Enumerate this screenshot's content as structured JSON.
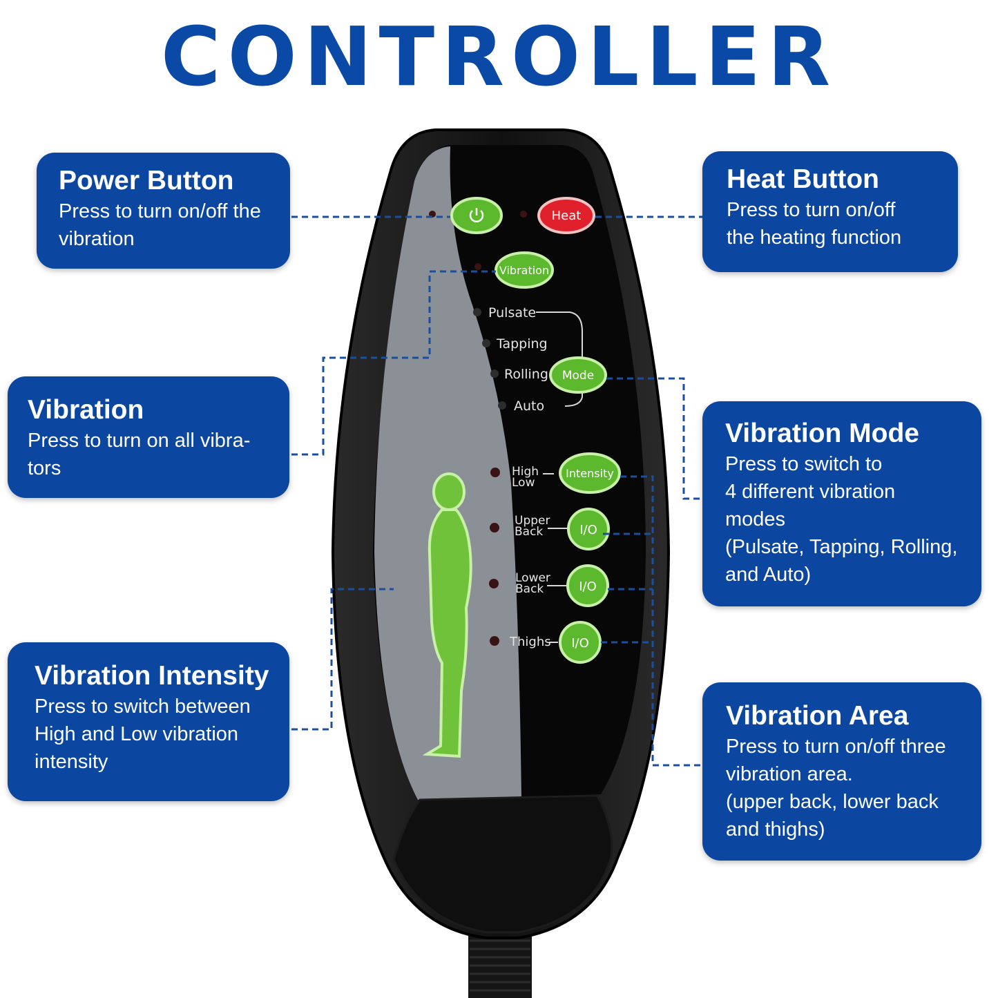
{
  "title": "CONTROLLER",
  "cards": {
    "power": {
      "heading": "Power Button",
      "desc": "Press to turn on/off the\nvibration"
    },
    "heat": {
      "heading": "Heat Button",
      "desc": "Press to turn on/off\nthe heating function"
    },
    "vibration": {
      "heading": "Vibration",
      "desc": "Press to turn on all vibra-\ntors"
    },
    "mode": {
      "heading": "Vibration Mode",
      "desc": "Press to switch to\n4 different vibration\nmodes\n(Pulsate, Tapping, Rolling,\nand Auto)"
    },
    "intensity": {
      "heading": "Vibration Intensity",
      "desc": "Press to switch between\nHigh and Low vibration\nintensity"
    },
    "area": {
      "heading": "Vibration Area",
      "desc": "Press to turn on/off three\nvibration area.\n (upper back, lower back\nand thighs)"
    }
  },
  "remote": {
    "heat_label": "Heat",
    "vibration_label": "Vibration",
    "mode_label": "Mode",
    "intensity_label": "Intensity",
    "io_label": "I/O",
    "modes": {
      "pulsate": "Pulsate",
      "tapping": "Tapping",
      "rolling": "Rolling",
      "auto": "Auto"
    },
    "high": "High",
    "low": "Low",
    "upper1": "Upper",
    "upper2": "Back",
    "lower1": "Lower",
    "lower2": "Back",
    "thighs": "Thighs"
  },
  "colors": {
    "card_blue": "#0b46a0",
    "button_green": "#5cb82c",
    "button_red": "#e0202a",
    "line_blue": "#1a4fa0"
  }
}
